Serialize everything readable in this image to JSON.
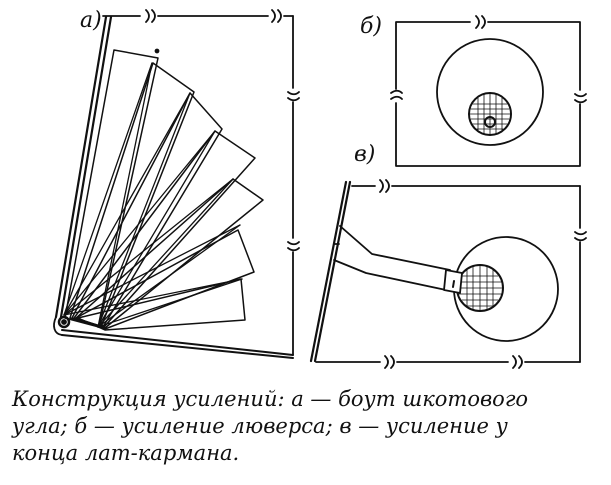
{
  "panels": {
    "a": {
      "label": "а)"
    },
    "b": {
      "label": "б)"
    },
    "v": {
      "label": "в)"
    }
  },
  "caption": {
    "line1": "Конструкция усилений: а — боут шкотового",
    "line2": "угла; б — усиление люверса; в — усиление у",
    "line3": "конца лат-кармана."
  }
}
